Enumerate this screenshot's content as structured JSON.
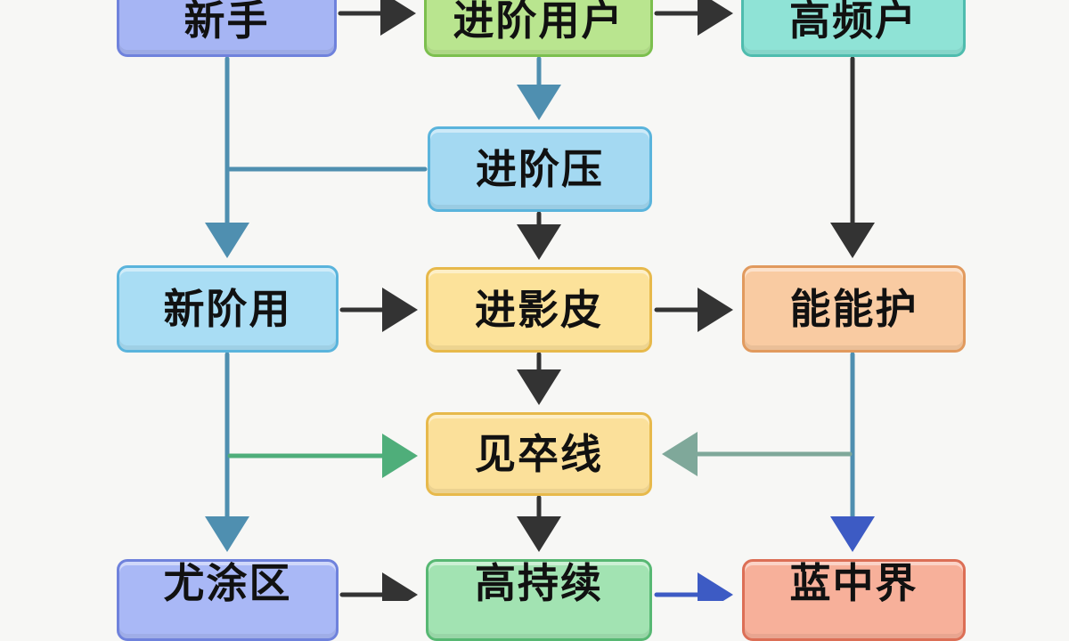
{
  "nodes": {
    "xinshou": "新手",
    "jinjie_user": "进阶用户",
    "gaopin_user": "高频户",
    "jinjie_ya": "进阶压",
    "xin_jie_yong": "新阶用",
    "jin_ying_pi": "进影皮",
    "neng_neng_hu": "能能护",
    "jian_zu_xian": "见卒线",
    "wei_tu_qu": "尤涂区",
    "gao_chi_xu": "高持续",
    "yao_zhong_jie": "蓝中界"
  },
  "colors": {
    "dark_arrow": "#333333",
    "steel_blue_arrow": "#4f8fb0",
    "green_arrow": "#4fae7a",
    "gray_green_arrow": "#7fa89a",
    "blue_arrow": "#3d5bc4",
    "background": "#f7f7f5"
  }
}
